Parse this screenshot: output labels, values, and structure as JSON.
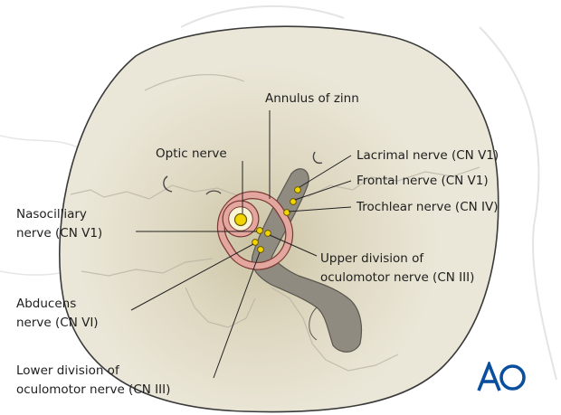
{
  "labels": {
    "annulus": "Annulus of zinn",
    "optic": "Optic nerve",
    "lacrimal": "Lacrimal nerve (CN V1)",
    "frontal": "Frontal nerve (CN V1)",
    "trochlear": "Trochlear nerve (CN IV)",
    "nasociliary_line1": "Nasocilliary",
    "nasociliary_line2": "nerve (CN V1)",
    "upper_oculomotor_line1": "Upper division of",
    "upper_oculomotor_line2": "oculomotor nerve (CN III)",
    "abducens_line1": "Abducens",
    "abducens_line2": "nerve (CN VI)",
    "lower_oculomotor_line1": "Lower division of",
    "lower_oculomotor_line2": "oculomotor nerve (CN III)"
  },
  "logo": {
    "text": "AO",
    "color": "#0a4f9e"
  },
  "colors": {
    "orbit_fill": "#e8e3d0",
    "orbit_outline": "#3a3a3a",
    "annulus_ring": "#e3a7a0",
    "annulus_outline": "#7a3a34",
    "fissure_fill": "#8f8b80",
    "nerve_dot": "#f2d500",
    "leader_line": "#222222"
  }
}
